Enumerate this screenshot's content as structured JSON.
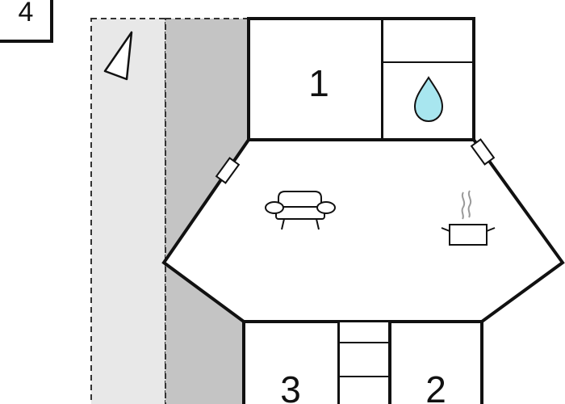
{
  "floor": {
    "label": "4"
  },
  "rooms": [
    {
      "label": "1"
    },
    {
      "label": "2"
    },
    {
      "label": "3"
    }
  ],
  "icons": {
    "north": "north-arrow-icon",
    "water": "water-drop-icon",
    "sofa": "sofa-icon",
    "kitchen": "cooking-pot-icon"
  },
  "colors": {
    "walls": "#111111",
    "terrace_light": "#e8e8e8",
    "terrace_dark": "#c4c4c4",
    "water": "#a8e6ef",
    "floor": "#ffffff"
  }
}
